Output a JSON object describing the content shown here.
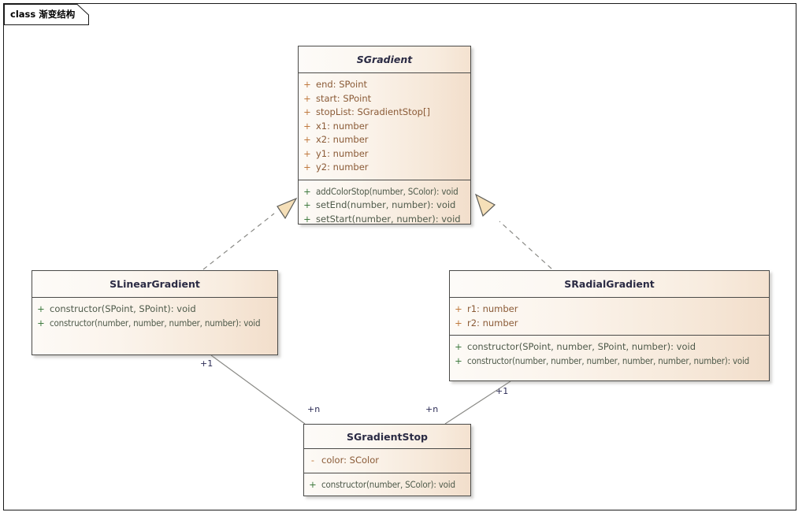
{
  "frame": {
    "keyword": "class",
    "name": "渐变结构",
    "tab_label": "class 渐变结构"
  },
  "classes": [
    {
      "id": "sgradient",
      "name": "SGradient",
      "abstract": true,
      "attributes": [
        {
          "visibility": "+",
          "text": "end: SPoint"
        },
        {
          "visibility": "+",
          "text": "start: SPoint"
        },
        {
          "visibility": "+",
          "text": "stopList: SGradientStop[]"
        },
        {
          "visibility": "+",
          "text": "x1: number"
        },
        {
          "visibility": "+",
          "text": "x2: number"
        },
        {
          "visibility": "+",
          "text": "y1: number"
        },
        {
          "visibility": "+",
          "text": "y2: number"
        }
      ],
      "methods": [
        {
          "visibility": "+",
          "text": "addColorStop(number, SColor): void"
        },
        {
          "visibility": "+",
          "text": "setEnd(number, number): void"
        },
        {
          "visibility": "+",
          "text": "setStart(number, number): void"
        }
      ]
    },
    {
      "id": "slineargradient",
      "name": "SLinearGradient",
      "abstract": false,
      "attributes": [],
      "methods": [
        {
          "visibility": "+",
          "text": "constructor(SPoint, SPoint): void"
        },
        {
          "visibility": "+",
          "text": "constructor(number, number, number, number): void"
        }
      ]
    },
    {
      "id": "sradialgradient",
      "name": "SRadialGradient",
      "abstract": false,
      "attributes": [
        {
          "visibility": "+",
          "text": "r1: number"
        },
        {
          "visibility": "+",
          "text": "r2: number"
        }
      ],
      "methods": [
        {
          "visibility": "+",
          "text": "constructor(SPoint, number, SPoint, number): void"
        },
        {
          "visibility": "+",
          "text": "constructor(number, number, number, number, number, number): void"
        }
      ]
    },
    {
      "id": "sgradientstop",
      "name": "SGradientStop",
      "abstract": false,
      "attributes": [
        {
          "visibility": "-",
          "text": "color: SColor"
        }
      ],
      "methods": [
        {
          "visibility": "+",
          "text": "constructor(number, SColor): void"
        }
      ]
    }
  ],
  "relations": [
    {
      "id": "linear-realizes-gradient",
      "kind": "realization",
      "from": "SLinearGradient",
      "to": "SGradient",
      "style": "dashed-hollow-triangle"
    },
    {
      "id": "radial-realizes-gradient",
      "kind": "realization",
      "from": "SRadialGradient",
      "to": "SGradient",
      "style": "dashed-hollow-triangle"
    },
    {
      "id": "linear-has-stops",
      "kind": "association",
      "from": "SLinearGradient",
      "to": "SGradientStop",
      "style": "solid",
      "source_multiplicity": "+1",
      "target_multiplicity": "+n"
    },
    {
      "id": "radial-has-stops",
      "kind": "association",
      "from": "SRadialGradient",
      "to": "SGradientStop",
      "style": "solid",
      "source_multiplicity": "+1",
      "target_multiplicity": "+n"
    }
  ],
  "multiplicity_labels": {
    "linear_one": "+1",
    "linear_many": "+n",
    "radial_one": "+1",
    "radial_many": "+n"
  },
  "colors": {
    "frame_border": "#1a1a1a",
    "class_border": "#4a4a48",
    "fill_light": "#fdfaf6",
    "fill_dark": "#f2decb",
    "title_text": "#2b2b44",
    "attribute_text": "#8a5a36",
    "attribute_visibility": "#c07a3e",
    "method_text": "#4e5a4a",
    "method_visibility": "#3f7a3f",
    "connector": "#8a8a86",
    "multiplicity_text": "#2b2b55",
    "arrow_fill": "#f5dfb8"
  }
}
